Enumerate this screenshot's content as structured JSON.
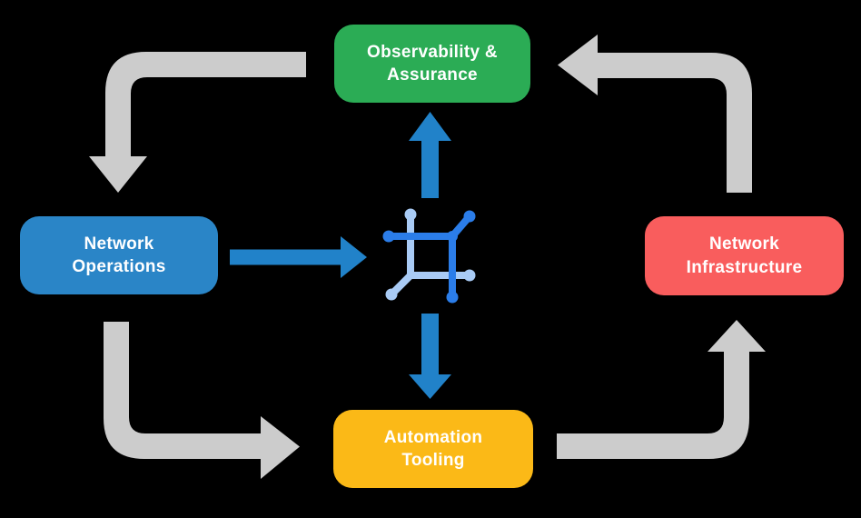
{
  "diagram": {
    "background_color": "#000000",
    "nodes": [
      {
        "id": "observability-assurance",
        "label": "Observability & Assurance",
        "color": "#2BAC55"
      },
      {
        "id": "network-operations",
        "label": "Network Operations",
        "color": "#2A85C7"
      },
      {
        "id": "network-infrastructure",
        "label": "Network Infrastructure",
        "color": "#F95D5D"
      },
      {
        "id": "automation-tooling",
        "label": "Automation Tooling",
        "color": "#FBB917"
      }
    ],
    "center_icon": {
      "name": "network-mesh-icon",
      "primary_color": "#2B7DE9",
      "secondary_color": "#A9CBF5"
    },
    "arrow_colors": {
      "cycle_arrows": "#CCCCCC",
      "center_arrows": "#2182C9"
    },
    "cycle_edges": [
      {
        "from": "Observability & Assurance",
        "to": "Network Operations"
      },
      {
        "from": "Network Operations",
        "to": "Automation Tooling"
      },
      {
        "from": "Automation Tooling",
        "to": "Network Infrastructure"
      },
      {
        "from": "Network Infrastructure",
        "to": "Observability & Assurance"
      }
    ],
    "center_edges": [
      {
        "from": "Network Operations",
        "to": "center-icon"
      },
      {
        "from": "center-icon",
        "to": "Observability & Assurance"
      },
      {
        "from": "center-icon",
        "to": "Automation Tooling"
      }
    ]
  }
}
